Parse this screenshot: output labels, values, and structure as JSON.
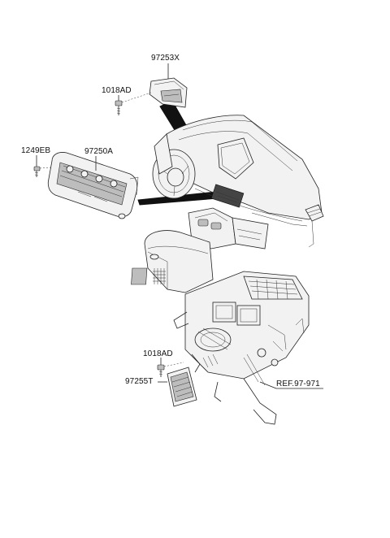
{
  "parts": {
    "p97253X": "97253X",
    "p1018AD_top": "1018AD",
    "p1249EB": "1249EB",
    "p97250A": "97250A",
    "p1018AD_bottom": "1018AD",
    "p97255T": "97255T",
    "ref": "REF.97-971"
  },
  "colors": {
    "line": "#222222",
    "part_fill": "#f2f2f2",
    "shade": "#444444",
    "leader_band": "#111111"
  }
}
